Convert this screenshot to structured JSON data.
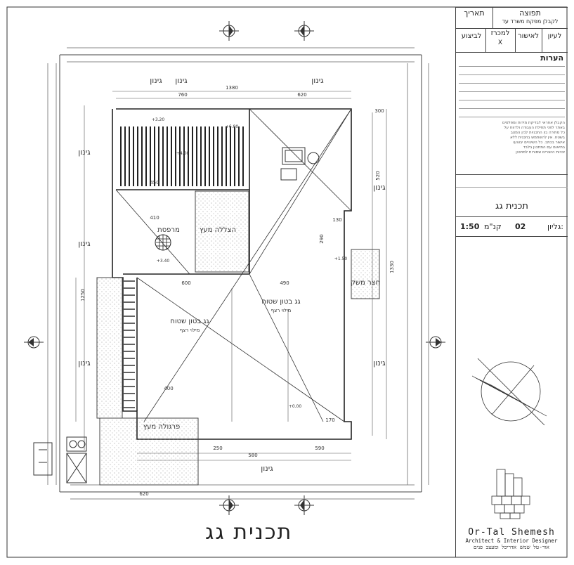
{
  "title_block": {
    "header": {
      "date_label": "תאריך",
      "release_label": "תפוצה",
      "release_sub": "לקבלן מפקח משרד עד"
    },
    "status_options": [
      {
        "label": "לעיון",
        "checked": false
      },
      {
        "label": "לאישור",
        "checked": false
      },
      {
        "label": "למכרז",
        "checked": true,
        "mark": "X"
      },
      {
        "label": "לביצוע",
        "checked": false
      }
    ],
    "notes_label": "הערות",
    "disclaimer_lines": [
      "הקבלן אחראי לבדיקת מידות ומפלסים",
      "באתר לפני תחילת העבודה ולדווח על",
      "כל סתירה בין התכניות לבין המצב",
      "בשטח. אין להשתמש בתכנית ללא",
      "אישור בכתב. כל השינויים יבוצעו",
      "בתיאום עם המתכנן בלבד",
      "זכויות היוצרים שמורות למתכנן"
    ],
    "drawing_title": "תכנית גג",
    "scale_label": "קנ\"מ",
    "scale_value": "1:50",
    "sheet_label": "גליון:",
    "sheet_value": "02"
  },
  "brand": {
    "name": "Or-Tal Shemesh",
    "subtitle": "Architect & Interior Designer",
    "hebrew": "אור-טל שמש אדריכל ומעצב פנים"
  },
  "drawing": {
    "main_title": "תכנית גג",
    "gardens": [
      "גינון",
      "גינון",
      "גינון",
      "גינון",
      "גינון",
      "גינון",
      "גינון",
      "גינון",
      "גינון"
    ],
    "rooms": [
      {
        "label": "גג בטון שטוח",
        "sub": "מילוי רצף"
      },
      {
        "label": "גג בטון שטוח",
        "sub": "מילוי רצף"
      },
      {
        "label": "הצללה מעץ"
      },
      {
        "label": "פרגולה מעץ"
      },
      {
        "label": "חצר משק"
      },
      {
        "label": "מרפסת"
      }
    ],
    "dims": [
      "1380",
      "760",
      "620",
      "450",
      "410",
      "300",
      "520",
      "290",
      "170",
      "600",
      "490",
      "400",
      "580",
      "250",
      "590",
      "130",
      "1250",
      "1330",
      "620"
    ],
    "levels": [
      "+3.20",
      "+4.00",
      "+6.00",
      "+3.40",
      "+1.50",
      "+0.00"
    ]
  }
}
